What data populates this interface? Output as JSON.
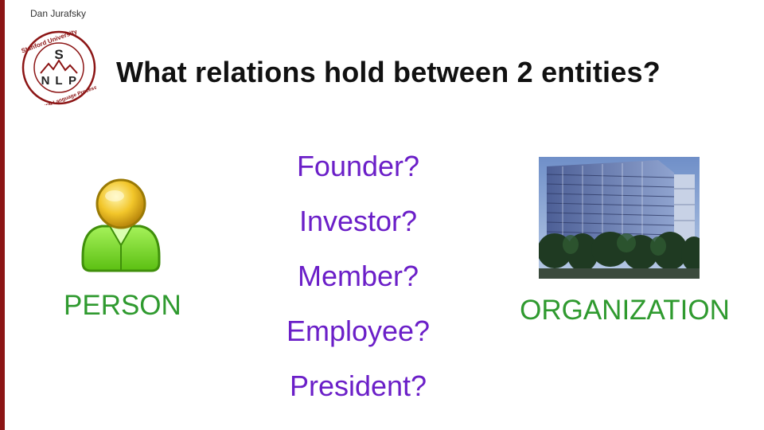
{
  "slide": {
    "author": "Dan Jurafsky",
    "title": "What relations hold between 2 entities?"
  },
  "logo": {
    "ring_text_top": "Stanford University",
    "ring_text_bottom": "Natural Language Processing",
    "letters": [
      "S",
      "N",
      "L",
      "P"
    ]
  },
  "person": {
    "label": "PERSON",
    "icon": "person-icon"
  },
  "relations": [
    "Founder?",
    "Investor?",
    "Member?",
    "Employee?",
    "President?"
  ],
  "organization": {
    "label": "ORGANIZATION",
    "image": "office-building"
  },
  "colors": {
    "accent_bar": "#8c1515",
    "relation_text": "#6b1fc8",
    "entity_text": "#2f9a2f",
    "title_text": "#111111"
  }
}
